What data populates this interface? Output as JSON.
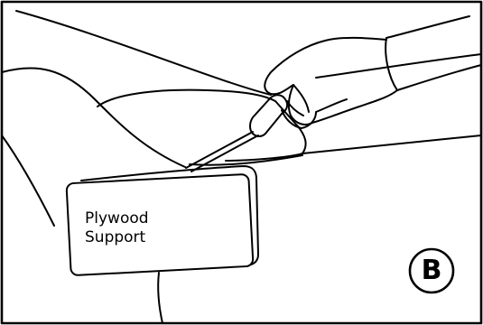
{
  "board": {
    "label_line1": "Plywood",
    "label_line2": "Support"
  },
  "step": {
    "letter": "B"
  }
}
